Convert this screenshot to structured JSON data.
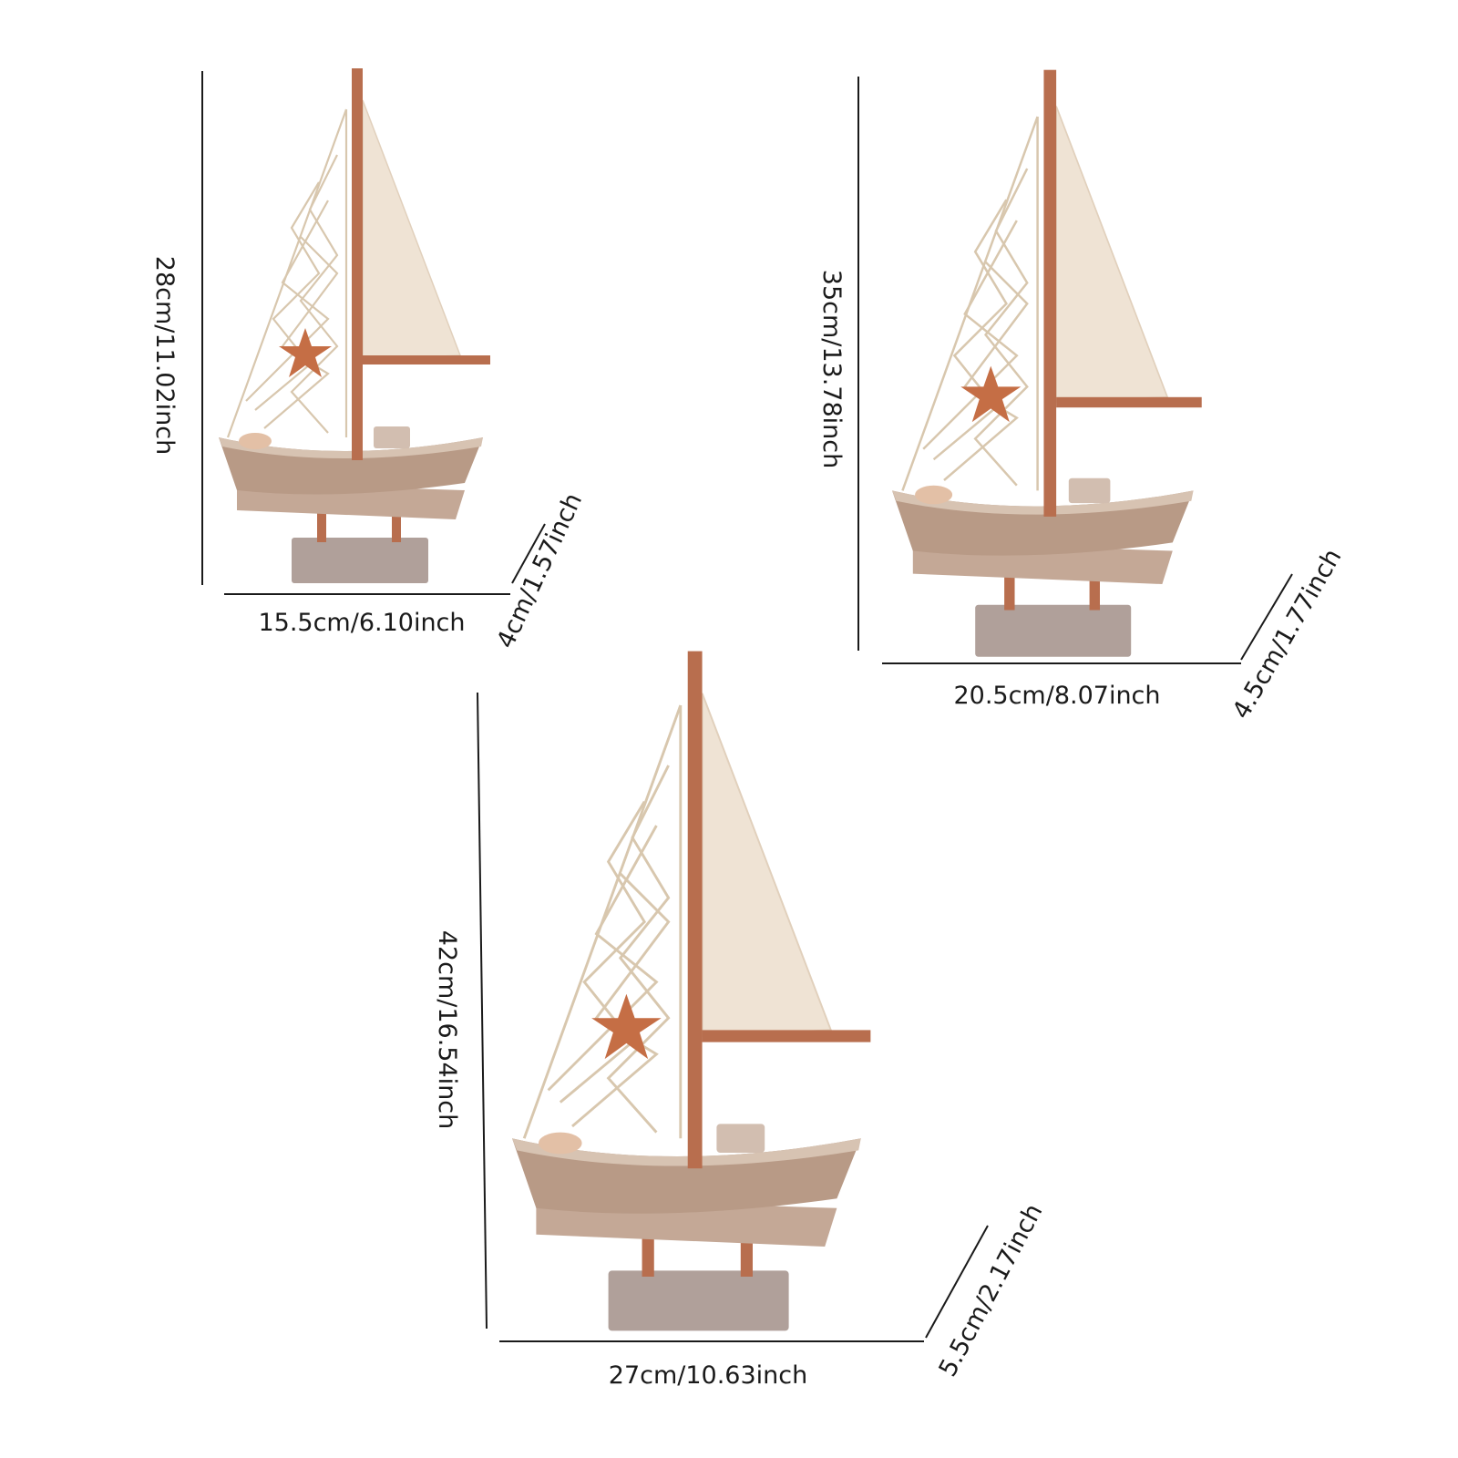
{
  "boats": [
    {
      "height_label": "28cm/11.02inch",
      "width_label": "15.5cm/6.10inch",
      "depth_label": "4cm/1.57inch"
    },
    {
      "height_label": "35cm/13.78inch",
      "width_label": "20.5cm/8.07inch",
      "depth_label": "4.5cm/1.77inch"
    },
    {
      "height_label": "42cm/16.54inch",
      "width_label": "27cm/10.63inch",
      "depth_label": "5.5cm/2.17inch"
    }
  ],
  "colors": {
    "mast": "#b86e4e",
    "sail": "#efe3d4",
    "hull": "#b89a86",
    "starfish": "#c56e45"
  }
}
